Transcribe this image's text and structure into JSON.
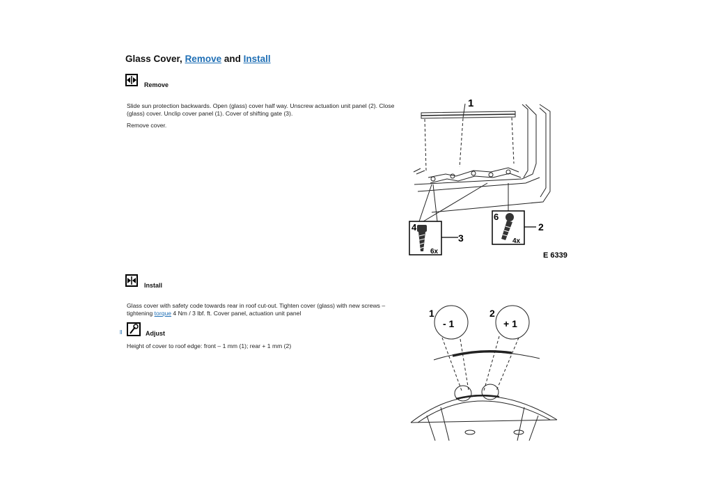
{
  "title": {
    "prefix": "Glass Cover, ",
    "remove_link": "Remove",
    "and": " and ",
    "install_link": "Install"
  },
  "remove": {
    "heading": "Remove",
    "para1": "Slide sun protection backwards. Open (glass) cover half way. Unscrew actuation unit panel (2). Close (glass) cover. Unclip cover panel (1). Cover of shifting gate (3).",
    "para2": "Remove cover."
  },
  "install": {
    "heading": "Install",
    "text_before": "Glass cover with safety code towards rear in roof cut-out. Tighten cover (glass) with new screws – tightening ",
    "link": "torque",
    "text_after": " 4 Nm / 3 lbf. ft. Cover panel, actuation unit panel"
  },
  "adjust": {
    "marker": "ll",
    "heading": "Adjust",
    "text": "Height of cover to roof edge: front – 1 mm (1); rear + 1 mm (2)"
  },
  "figure1": {
    "callout_1": "1",
    "callout_2": "2",
    "callout_3": "3",
    "callout_4": "4",
    "callout_6": "6",
    "qty_left": "6x",
    "qty_right": "4x",
    "code": "E 6339"
  },
  "figure2": {
    "callout_1": "1",
    "callout_2": "2",
    "value_front": "- 1",
    "value_rear": "+ 1"
  }
}
